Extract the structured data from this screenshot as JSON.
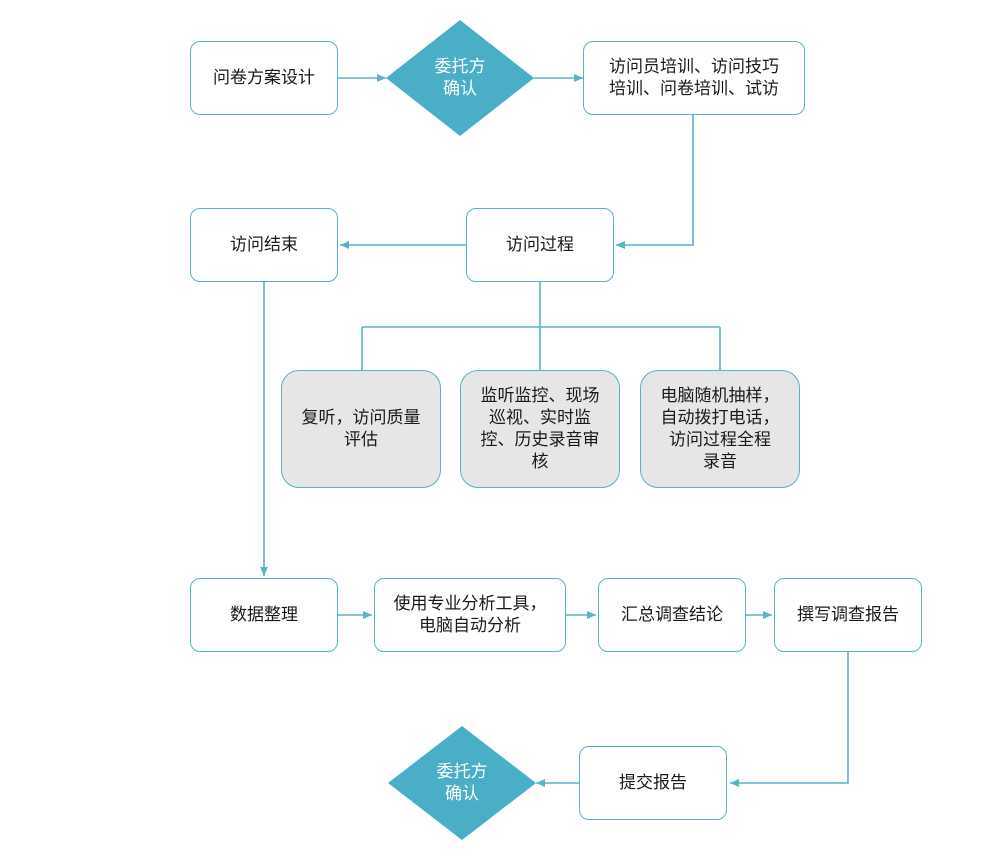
{
  "colors": {
    "accent": "#58b2c8",
    "diamond_fill": "#4aaec6",
    "grey_fill": "#e6e6e6",
    "text": "#1a1a1a"
  },
  "nodes": {
    "design": "问卷方案设计",
    "confirm_top": "委托方\n确认",
    "training": "访问员培训、访问技巧\n培训、问卷培训、试访",
    "process": "访问过程",
    "end": "访问结束",
    "review": "复听，访问质量\n评估",
    "monitor": "监听监控、现场\n巡视、实时监\n控、历史录音审\n核",
    "sampling": "电脑随机抽样，\n自动拨打电话，\n访问过程全程\n录音",
    "data": "数据整理",
    "analysis": "使用专业分析工具，\n电脑自动分析",
    "summary": "汇总调查结论",
    "write": "撰写调查报告",
    "submit": "提交报告",
    "confirm_bottom": "委托方\n确认"
  }
}
